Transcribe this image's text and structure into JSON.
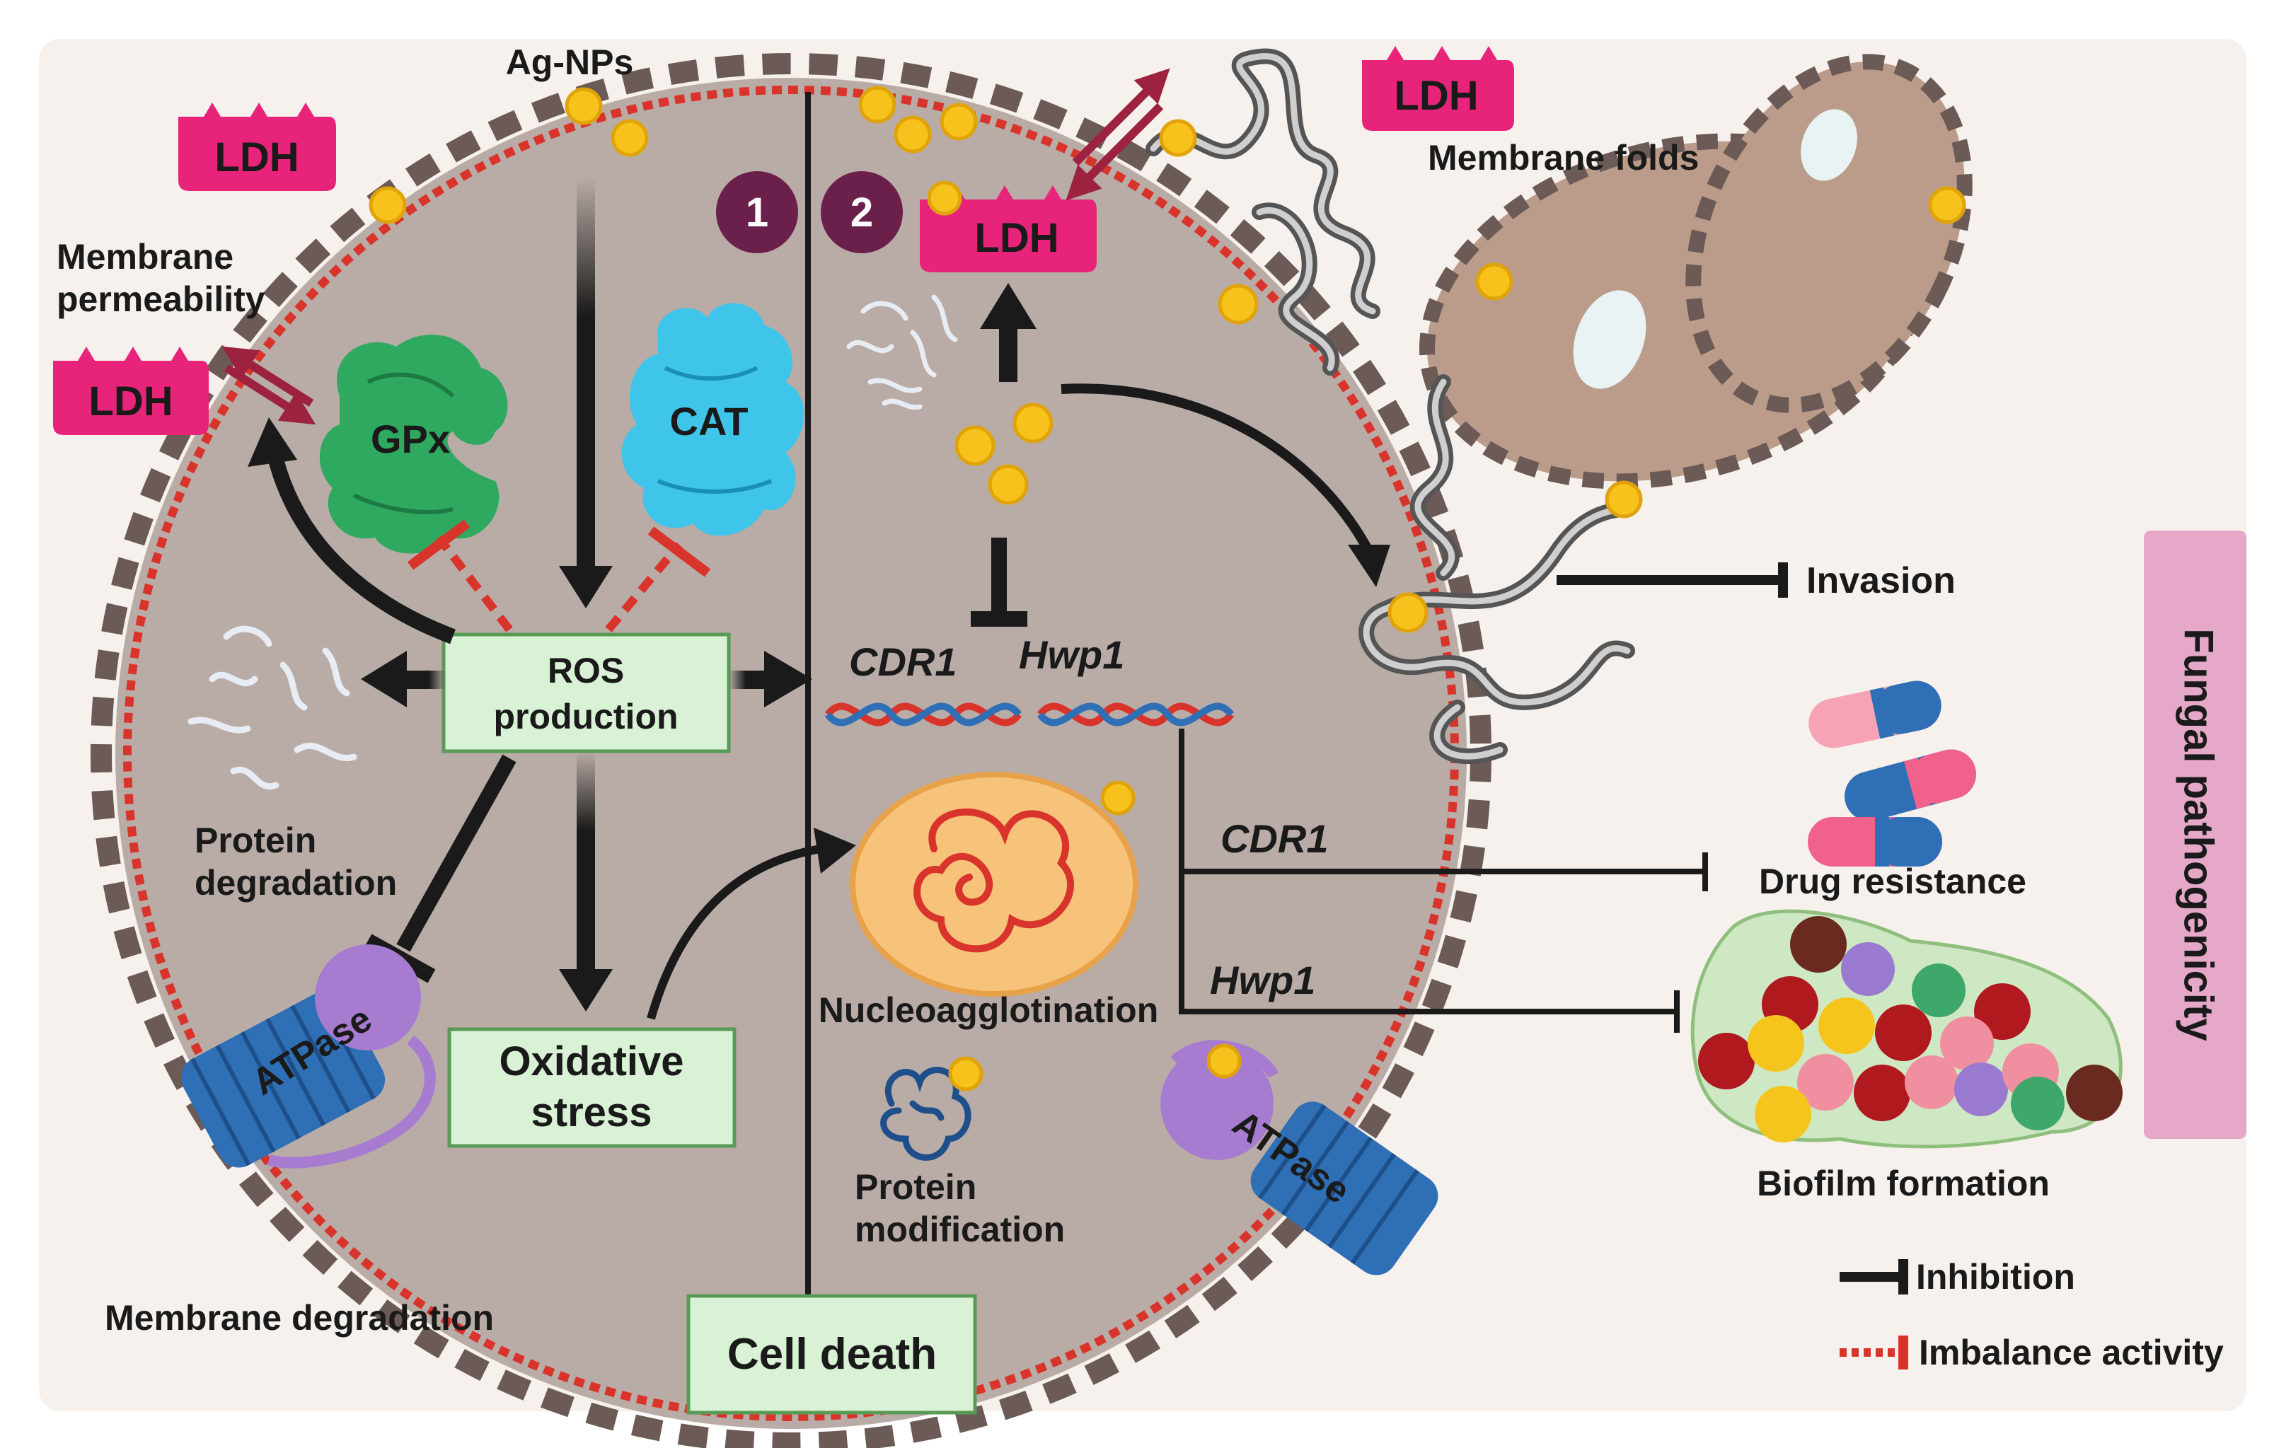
{
  "labels": {
    "ag_nps": "Ag-NPs",
    "ldh": "LDH",
    "membrane_permeability_1": "Membrane",
    "membrane_permeability_2": "permeability",
    "membrane_folds": "Membrane folds",
    "gpx": "GPx",
    "cat": "CAT",
    "ros_1": "ROS",
    "ros_2": "production",
    "protein_degradation_1": "Protein",
    "protein_degradation_2": "degradation",
    "atpase": "ATPase",
    "oxidative_1": "Oxidative",
    "oxidative_2": "stress",
    "membrane_degradation": "Membrane degradation",
    "cell_death": "Cell death",
    "cdr1": "CDR1",
    "hwp1": "Hwp1",
    "nucleoagglotination": "Nucleoagglotination",
    "protein_modification_1": "Protein",
    "protein_modification_2": "modification",
    "invasion": "Invasion",
    "drug_resistance": "Drug resistance",
    "biofilm_formation": "Biofilm formation",
    "fungal_pathogenicity": "Fungal pathogenicity",
    "step_1": "1",
    "step_2": "2"
  },
  "legend": {
    "inhibition": "Inhibition",
    "imbalance": "Imbalance activity"
  },
  "colors": {
    "cell_fill": "#b9aca6",
    "membrane_dash": "#6b5a55",
    "membrane_red": "#d9342b",
    "ldh_pink": "#e8247a",
    "np_yellow": "#f7c21b",
    "box_green": "#d9f2d6",
    "box_border": "#5a9a57",
    "fungal_tab": "#e6a8c8",
    "gpx_green": "#2fa860",
    "cat_blue": "#3fc4ea",
    "step_purple": "#6b1f4b",
    "yeast_fill": "#bb9b8a"
  }
}
